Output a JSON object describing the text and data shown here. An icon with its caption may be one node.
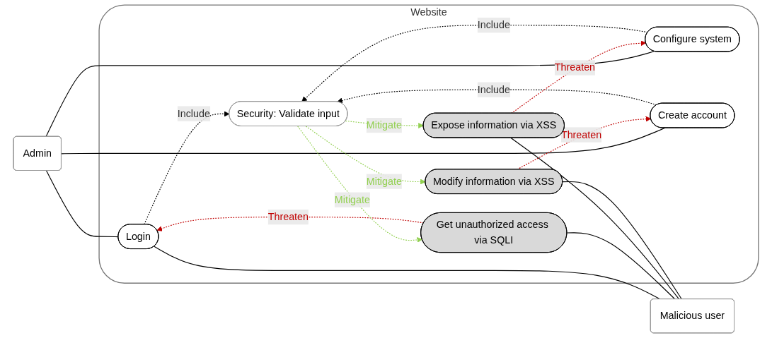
{
  "diagram": {
    "nodes": [
      {
        "text": [
          "Website"
        ]
      },
      {
        "text": [
          "Login"
        ],
        "in": 0
      },
      {
        "text": [
          "Configure system"
        ],
        "in": 0
      },
      {
        "text": [
          "Create account"
        ],
        "in": 0
      },
      {
        "text": [
          "Security: Validate input"
        ],
        "in": 0
      },
      {
        "text": [
          "Get unauthorized access via SQLI"
        ],
        "in": 0
      },
      {
        "text": [
          "Expose information via XSS"
        ],
        "in": 0
      },
      {
        "text": [
          "Modify information via XSS"
        ],
        "in": 0
      },
      {
        "text": [
          "Admin"
        ]
      },
      {
        "text": [
          "Malicious user"
        ]
      }
    ],
    "edges": [
      {
        "from": 8,
        "to": 1,
        "arrow": "none"
      },
      {
        "from": 8,
        "to": 2,
        "arrow": "none"
      },
      {
        "from": 8,
        "to": 3,
        "arrow": "none"
      },
      {
        "from": 1,
        "to": 4,
        "arrow": "to",
        "label": "Include",
        "style": "dashed"
      },
      {
        "from": 2,
        "to": 4,
        "arrow": "to",
        "label": "Include",
        "style": "dashed"
      },
      {
        "from": 3,
        "to": 4,
        "arrow": "to",
        "label": "Include",
        "style": "dashed"
      },
      {
        "from": 5,
        "to": 1,
        "arrow": "to",
        "label": "Threaten",
        "style": "dashed",
        "color": "#c00000"
      },
      {
        "from": 6,
        "to": 2,
        "arrow": "to",
        "label": "Threaten",
        "style": "dashed",
        "color": "#c00000"
      },
      {
        "from": 7,
        "to": 3,
        "arrow": "to",
        "label": "Threaten",
        "style": "dashed",
        "color": "#c00000"
      },
      {
        "from": 4,
        "to": 5,
        "arrow": "to",
        "label": "Mitigate",
        "style": "dashed",
        "color": "#92d050"
      },
      {
        "from": 4,
        "to": 6,
        "arrow": "to",
        "label": "Mitigate",
        "style": "dashed",
        "color": "#92d050"
      },
      {
        "from": 4,
        "to": 7,
        "arrow": "to",
        "label": "Mitigate",
        "style": "dashed",
        "color": "#92d050"
      },
      {
        "from": 1,
        "to": 9,
        "arrow": "none"
      },
      {
        "from": 5,
        "to": 9,
        "arrow": "none"
      },
      {
        "from": 6,
        "to": 9,
        "arrow": "none"
      },
      {
        "from": 7,
        "to": 9,
        "arrow": "none"
      }
    ]
  }
}
